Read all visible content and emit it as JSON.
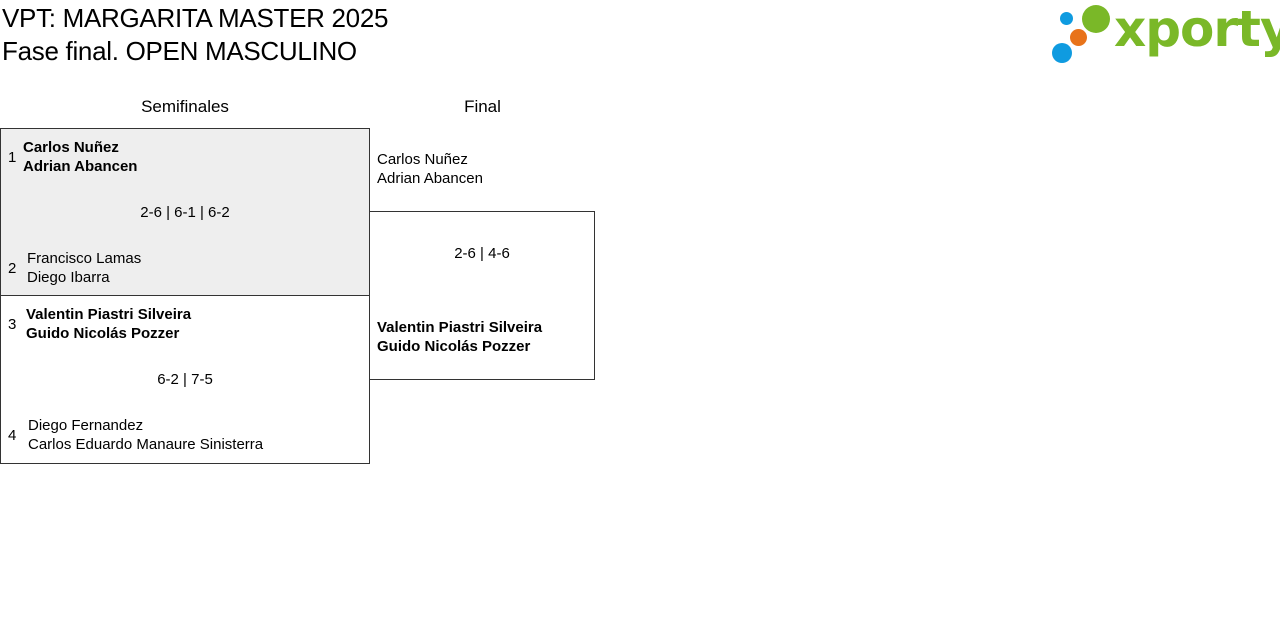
{
  "header": {
    "title_line1": "VPT: MARGARITA MASTER 2025",
    "title_line2": "Fase final. OPEN MASCULINO",
    "logo_text": "xporty"
  },
  "colors": {
    "logo_green": "#7ab828",
    "logo_blue": "#0f9be0",
    "logo_orange": "#e8731a",
    "winner_bg": "#eeeeee",
    "border": "#333333"
  },
  "rounds": {
    "semis_label": "Semifinales",
    "final_label": "Final"
  },
  "semis": [
    {
      "team_a": {
        "seed": "1",
        "player1": "Carlos Nuñez",
        "player2": "Adrian Abancen",
        "winner": true
      },
      "score": "2-6 | 6-1 | 6-2",
      "team_b": {
        "seed": "2",
        "player1": "Francisco Lamas",
        "player2": "Diego Ibarra",
        "winner": false
      }
    },
    {
      "team_a": {
        "seed": "3",
        "player1": "Valentin Piastri Silveira",
        "player2": "Guido Nicolás Pozzer",
        "winner": true
      },
      "score": "6-2 | 7-5",
      "team_b": {
        "seed": "4",
        "player1": "Diego Fernandez",
        "player2": "Carlos Eduardo Manaure Sinisterra",
        "winner": false
      }
    }
  ],
  "final": {
    "team_a": {
      "player1": "Carlos Nuñez",
      "player2": "Adrian Abancen",
      "winner": false
    },
    "score": "2-6 | 4-6",
    "team_b": {
      "player1": "Valentin Piastri Silveira",
      "player2": "Guido Nicolás Pozzer",
      "winner": true
    }
  }
}
